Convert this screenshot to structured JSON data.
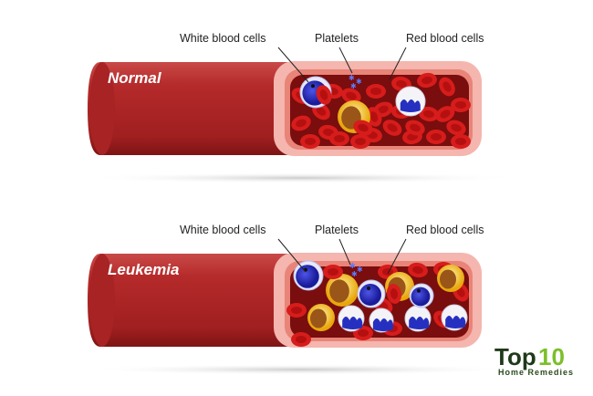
{
  "diagrams": [
    {
      "title": "Normal",
      "labels": {
        "wbc": "White blood cells",
        "platelets": "Platelets",
        "rbc": "Red blood cells"
      }
    },
    {
      "title": "Leukemia",
      "labels": {
        "wbc": "White blood cells",
        "platelets": "Platelets",
        "rbc": "Red blood cells"
      }
    }
  ],
  "logo": {
    "top": "Top",
    "ten": "10",
    "sub": "Home Remedies"
  },
  "colors": {
    "vessel": "#b8282a",
    "vessel_rim": "#f4b6ae",
    "lumen": "#7a0d0d",
    "rbc": "#d71c1c",
    "wbc_blue": "#2a2fc0",
    "wbc_yellow": "#f2c21a"
  }
}
